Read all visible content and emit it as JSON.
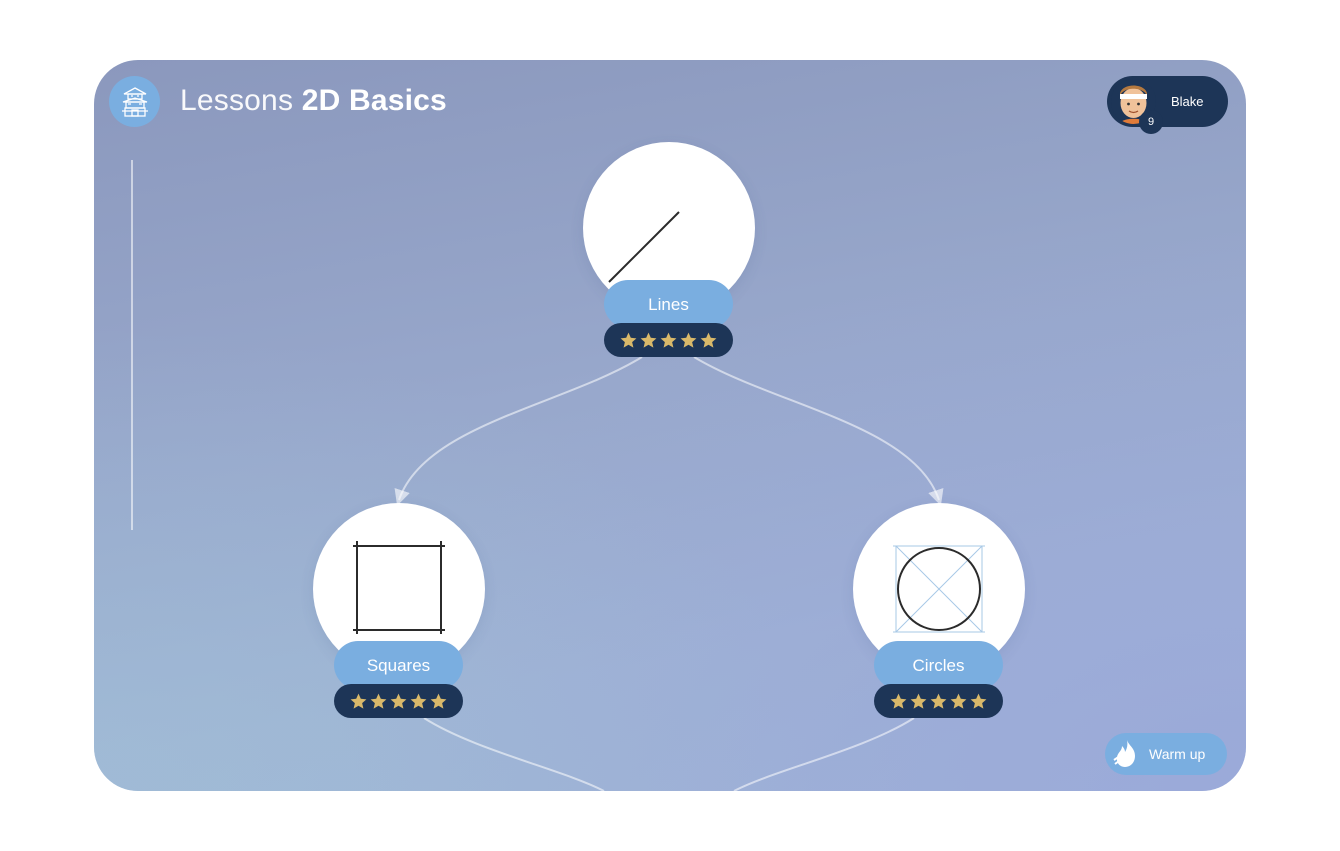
{
  "header": {
    "title_light": "Lessons",
    "title_bold": "2D Basics",
    "home_icon": "temple-icon"
  },
  "user": {
    "name": "Blake",
    "level": "9",
    "avatar_icon": "avatar-icon"
  },
  "lessons": [
    {
      "label": "Lines",
      "stars": 5,
      "icon": "line-icon"
    },
    {
      "label": "Squares",
      "stars": 5,
      "icon": "square-icon"
    },
    {
      "label": "Circles",
      "stars": 5,
      "icon": "circle-icon"
    }
  ],
  "warmup": {
    "label": "Warm up",
    "icon": "flame-icon"
  },
  "colors": {
    "accent": "#7aaee0",
    "dark": "#1d3557",
    "star": "#d9b96a"
  }
}
